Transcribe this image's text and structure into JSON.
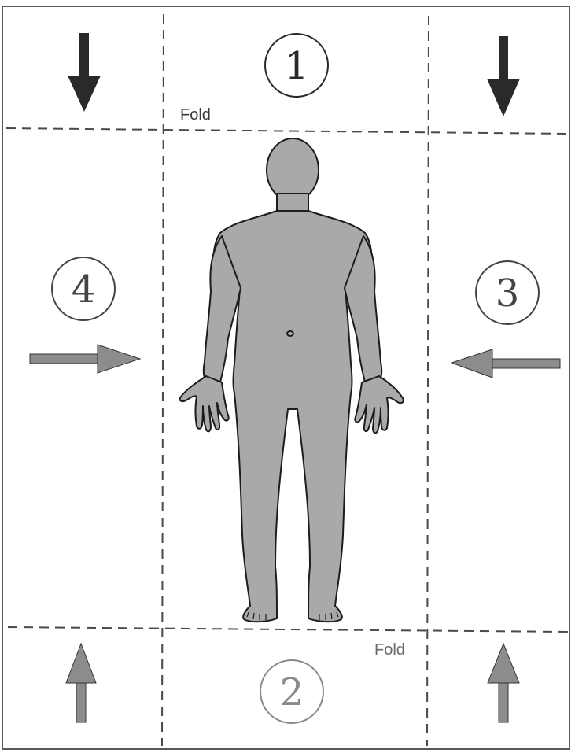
{
  "labels": {
    "fold_top": "Fold",
    "fold_bottom": "Fold",
    "num_1": "1",
    "num_2": "2",
    "num_3": "3",
    "num_4": "4"
  },
  "colors": {
    "line": "#4a4a4a",
    "figure_fill": "#a9a9a9",
    "figure_stroke": "#1c1c1c",
    "arrow_dark": "#2a2a2a",
    "arrow_gray": "#8c8c8c",
    "background": "#ffffff"
  },
  "icons": {
    "top_left_arrow": "arrow-down-icon",
    "top_right_arrow": "arrow-down-icon",
    "bottom_left_arrow": "arrow-up-icon",
    "bottom_right_arrow": "arrow-up-icon",
    "left_arrow": "arrow-right-icon",
    "right_arrow": "arrow-left-icon",
    "figure": "human-body-anterior-icon"
  }
}
